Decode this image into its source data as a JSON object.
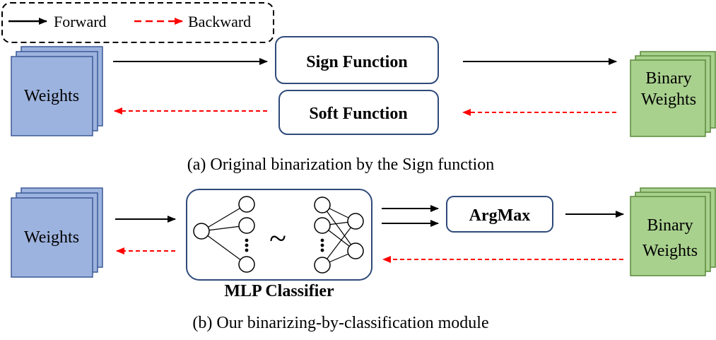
{
  "legend": {
    "forward_label": "Forward",
    "backward_label": "Backward",
    "forward_color": "#000000",
    "backward_color": "#ff0000"
  },
  "panel_a": {
    "input_label": "Weights",
    "sign_function_label": "Sign Function",
    "soft_function_label": "Soft Function",
    "output_label_line1": "Binary",
    "output_label_line2": "Weights",
    "caption": "(a) Original binarization by the Sign function"
  },
  "panel_b": {
    "input_label": "Weights",
    "tilde_symbol": "~",
    "classifier_label": "MLP Classifier",
    "argmax_label": "ArgMax",
    "output_label_line1": "Binary",
    "output_label_line2": "Weights",
    "caption": "(b) Our binarizing-by-classification module"
  },
  "colors": {
    "weights_fill": "#9db3df",
    "weights_stroke": "#3c5a96",
    "binary_fill": "#a9d18e",
    "binary_stroke": "#5a8a3c",
    "box_stroke": "#2f4a7a"
  }
}
